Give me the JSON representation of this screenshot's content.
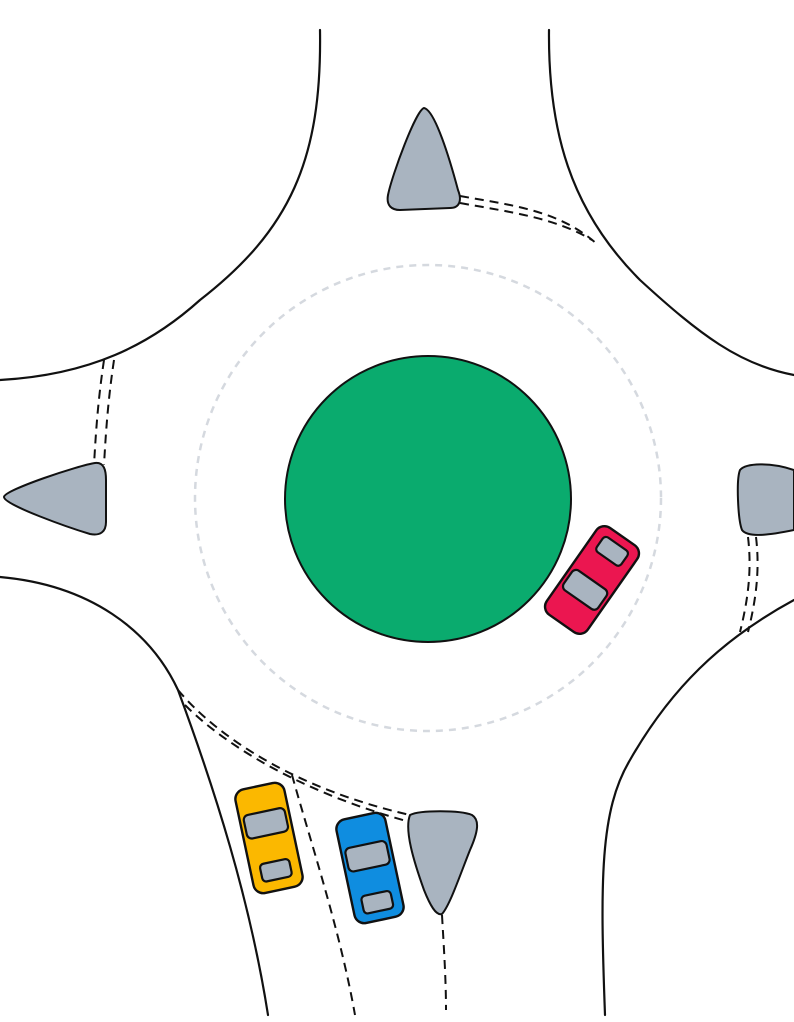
{
  "colors": {
    "island": "#0aab6e",
    "splitter": "#a9b4c0",
    "window": "#a9b4c0",
    "car_yellow": "#fbb800",
    "car_blue": "#0f8de0",
    "car_red": "#eb1650",
    "circulation_guide": "#d5d9df",
    "road_edge": "#111111"
  },
  "cars": [
    {
      "name": "yellow-car",
      "color_key": "car_yellow"
    },
    {
      "name": "blue-car",
      "color_key": "car_blue"
    },
    {
      "name": "red-car",
      "color_key": "car_red"
    }
  ]
}
